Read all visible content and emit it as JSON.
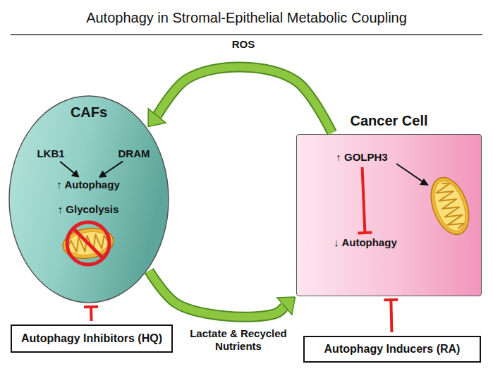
{
  "diagram": {
    "title": "Autophagy in Stromal-Epithelial Metabolic Coupling",
    "nodes": [
      {
        "text": [
          "CAFs"
        ]
      },
      {
        "text": [
          "LKB1"
        ],
        "in": 0
      },
      {
        "text": [
          "DRAM"
        ],
        "in": 0
      },
      {
        "text": [
          "↑ Autophagy"
        ],
        "in": 0
      },
      {
        "text": [
          "↑ Glycolysis"
        ],
        "in": 0
      },
      {
        "text": [
          "Cancer Cell"
        ]
      },
      {
        "text": [
          "↑ GOLPH3"
        ],
        "in": 5
      },
      {
        "text": [
          "↓ Autophagy"
        ],
        "in": 5
      },
      {
        "text": [
          "Autophagy Inhibitors (HQ)"
        ]
      },
      {
        "text": [
          "Autophagy Inducers (RA)"
        ]
      }
    ],
    "edges": [
      {
        "from": 1,
        "to": 3,
        "arrow": "to"
      },
      {
        "from": 2,
        "to": 3,
        "arrow": "to"
      },
      {
        "from": 6,
        "to": 7,
        "arrow": "to"
      },
      {
        "from": 5,
        "to": 0,
        "label": "ROS",
        "arrow": "to"
      },
      {
        "from": 0,
        "to": 5,
        "label": "Lactate & Recycled Nutrients",
        "arrow": "to"
      },
      {
        "from": 8,
        "to": 0,
        "arrow": "to"
      },
      {
        "from": 9,
        "to": 5,
        "arrow": "to"
      }
    ]
  }
}
